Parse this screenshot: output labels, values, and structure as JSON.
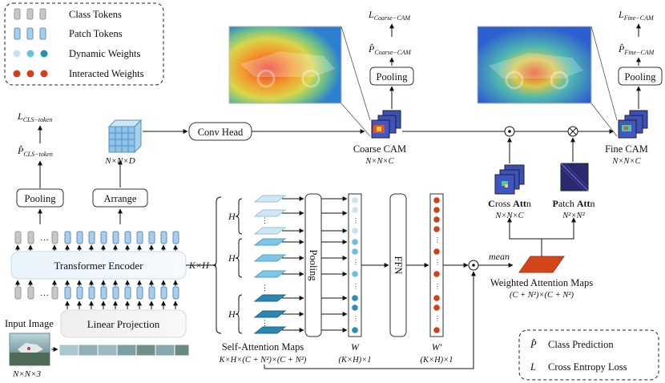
{
  "legend": {
    "class_tokens": "Class Tokens",
    "patch_tokens": "Patch Tokens",
    "dynamic_weights": "Dynamic Weights",
    "interacted_weights": "Interacted Weights"
  },
  "footnote": {
    "p_symbol": "P̂",
    "p_label": "Class Prediction",
    "l_symbol": "L",
    "l_label": "Cross Entropy Loss"
  },
  "blocks": {
    "transformer_encoder": "Transformer Encoder",
    "linear_projection": "Linear Projection",
    "pooling": "Pooling",
    "arrange": "Arrange",
    "conv_head": "Conv Head",
    "ffn": "FFN",
    "coarse_pooling": "Pooling",
    "fine_pooling": "Pooling"
  },
  "labels": {
    "input_image": "Input Image",
    "input_dims": "N×N×3",
    "l_cls_token": "L",
    "l_cls_token_sub": "CLS−token",
    "p_cls_token": "P̂",
    "p_cls_token_sub": "CLS−token",
    "arranged_dims": "N×N×D",
    "kxh": "K×H",
    "h": "H",
    "dots": "⋮",
    "ellipsis": "…",
    "self_attention_maps": "Self-Attention Maps",
    "self_attention_dims": "K×H×(C + N²)×(C + N²)",
    "w": "W",
    "w_dims": "(K×H)×1",
    "w_prime": "W′",
    "w_prime_dims": "(K×H)×1",
    "mean": "mean",
    "weighted_attention_maps": "Weighted Attention Maps",
    "weighted_attention_dims": "(C + N²)×(C + N²)",
    "cross_attn_bold": "C",
    "cross_attn_rest1": "ross ",
    "cross_attn_bold2": "Att",
    "cross_attn_rest2": "n",
    "cross_attn_dims": "N×N×C",
    "patch_attn_bold": "P",
    "patch_attn_rest1": "atch ",
    "patch_attn_bold2": "Att",
    "patch_attn_rest2": "n",
    "patch_attn_dims": "N²×N²",
    "coarse_cam": "Coarse CAM",
    "coarse_cam_dims": "N×N×C",
    "fine_cam": "Fine CAM",
    "fine_cam_dims": "N×N×C",
    "l_coarse": "L",
    "l_coarse_sub": "Coarse−CAM",
    "p_coarse": "P̂",
    "p_coarse_sub": "Coarse−CAM",
    "l_fine": "L",
    "l_fine_sub": "Fine−CAM",
    "p_fine": "P̂",
    "p_fine_sub": "Fine−CAM",
    "dot_op": "⊙",
    "cross_op": "⊗"
  },
  "colors": {
    "class_token": "#c8c8c8",
    "patch_token": "#a9cdea",
    "dynamic_light": "#c9e2f2",
    "dynamic_mid": "#6bbfe0",
    "dynamic_dark": "#2a8db5",
    "interacted": "#d0401b",
    "attention_light": "#cfe6f4",
    "attention_mid": "#7fc6e6",
    "attention_dark": "#2d86b0",
    "weighted_map": "#d2461c",
    "cam_blue": "#3a4fb8",
    "attn_purple": "#2a2a6e"
  }
}
